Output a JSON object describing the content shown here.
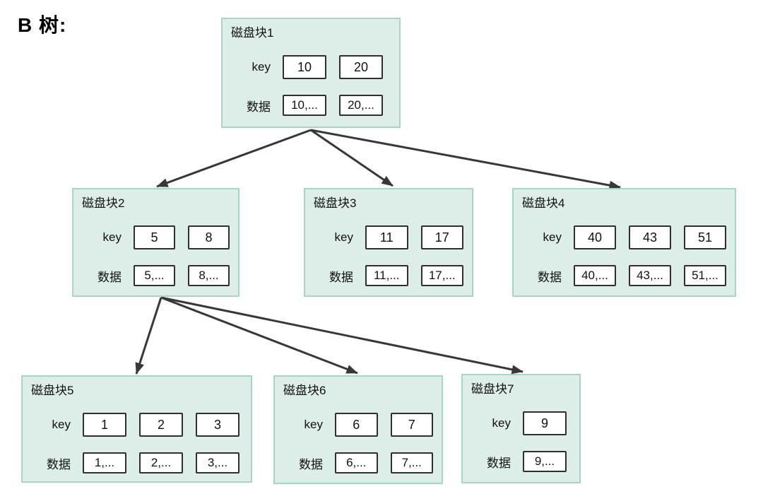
{
  "page": {
    "title": "B 树:"
  },
  "labels": {
    "key": "key",
    "data": "数据"
  },
  "colors": {
    "block_bg": "#ddeee8",
    "block_border": "#a8d4c5",
    "cell_bg": "#ffffff",
    "cell_border": "#2f2f2f",
    "arrow": "#383838",
    "text": "#111111"
  },
  "blocks": [
    {
      "title": "磁盘块1",
      "keys": [
        "10",
        "20"
      ],
      "data": [
        "10,...",
        "20,..."
      ]
    },
    {
      "title": "磁盘块2",
      "keys": [
        "5",
        "8"
      ],
      "data": [
        "5,...",
        "8,..."
      ]
    },
    {
      "title": "磁盘块3",
      "keys": [
        "11",
        "17"
      ],
      "data": [
        "11,...",
        "17,..."
      ]
    },
    {
      "title": "磁盘块4",
      "keys": [
        "40",
        "43",
        "51"
      ],
      "data": [
        "40,...",
        "43,...",
        "51,..."
      ]
    },
    {
      "title": "磁盘块5",
      "keys": [
        "1",
        "2",
        "3"
      ],
      "data": [
        "1,...",
        "2,...",
        "3,..."
      ]
    },
    {
      "title": "磁盘块6",
      "keys": [
        "6",
        "7"
      ],
      "data": [
        "6,...",
        "7,..."
      ]
    },
    {
      "title": "磁盘块7",
      "keys": [
        "9"
      ],
      "data": [
        "9,..."
      ]
    }
  ],
  "edges": [
    {
      "from": "磁盘块1",
      "to": "磁盘块2"
    },
    {
      "from": "磁盘块1",
      "to": "磁盘块3"
    },
    {
      "from": "磁盘块1",
      "to": "磁盘块4"
    },
    {
      "from": "磁盘块2",
      "to": "磁盘块5"
    },
    {
      "from": "磁盘块2",
      "to": "磁盘块6"
    },
    {
      "from": "磁盘块2",
      "to": "磁盘块7"
    }
  ]
}
